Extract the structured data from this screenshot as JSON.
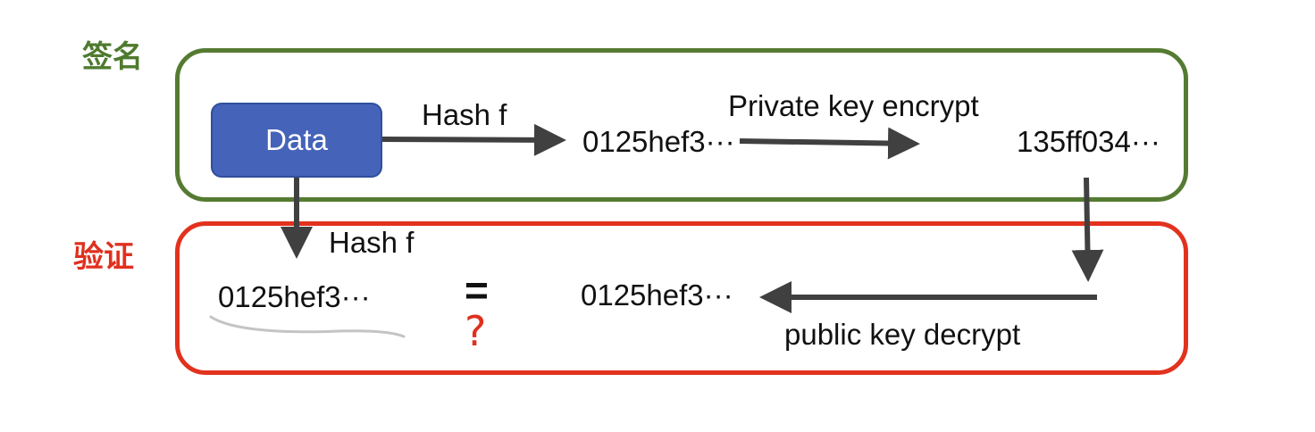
{
  "sections": {
    "sign": {
      "label": "签名",
      "color": "#557b32"
    },
    "verify": {
      "label": "验证",
      "color": "#e2321e"
    }
  },
  "sign_flow": {
    "data_label": "Data",
    "hash_function_label": "Hash f",
    "hash_value": "0125hef3···",
    "encrypt_label": "Private key encrypt",
    "signature_value": "135ff034···"
  },
  "verify_flow": {
    "hash_function_label": "Hash f",
    "computed_hash": "0125hef3···",
    "equals_symbol": "=",
    "question_symbol": "?",
    "decrypted_hash": "0125hef3···",
    "decrypt_label": "public key decrypt"
  }
}
